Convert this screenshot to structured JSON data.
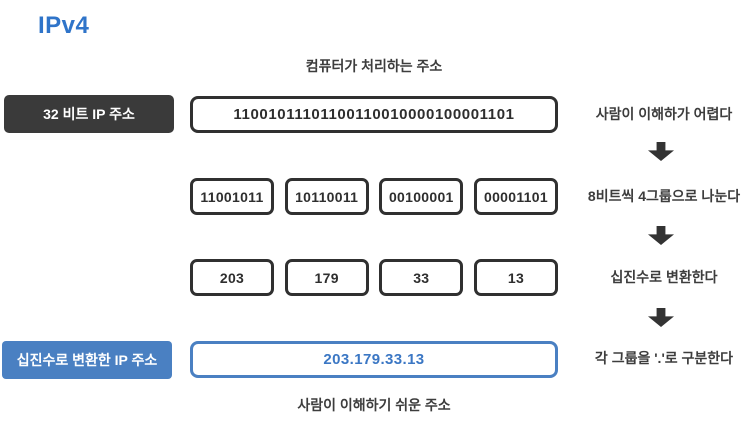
{
  "title": "IPv4",
  "captions": {
    "top": "컴퓨터가 처리하는 주소",
    "bottom": "사람이 이해하기 쉬운 주소"
  },
  "colors": {
    "title_blue": "#2f74c9",
    "label_blue": "#4a80c2",
    "value_blue_text": "#3b77c4",
    "dark_label": "#3a3a3a",
    "box_border_dark": "#303030",
    "note_text": "#3d3d3d",
    "arrow": "#333333"
  },
  "icons": {
    "down_arrow": "down-arrow"
  },
  "rows": [
    {
      "label": "32 비트 IP 주소",
      "value": "11001011101100110010000100001101",
      "note": "사람이 이해하가 어렵다"
    },
    {
      "cells": [
        "11001011",
        "10110011",
        "00100001",
        "00001101"
      ],
      "note": "8비트씩 4그룹으로 나눈다"
    },
    {
      "cells": [
        "203",
        "179",
        "33",
        "13"
      ],
      "note": "십진수로 변환한다"
    },
    {
      "label": "십진수로 변환한 IP 주소",
      "value": "203.179.33.13",
      "note": "각 그룹을 '.'로 구분한다"
    }
  ]
}
